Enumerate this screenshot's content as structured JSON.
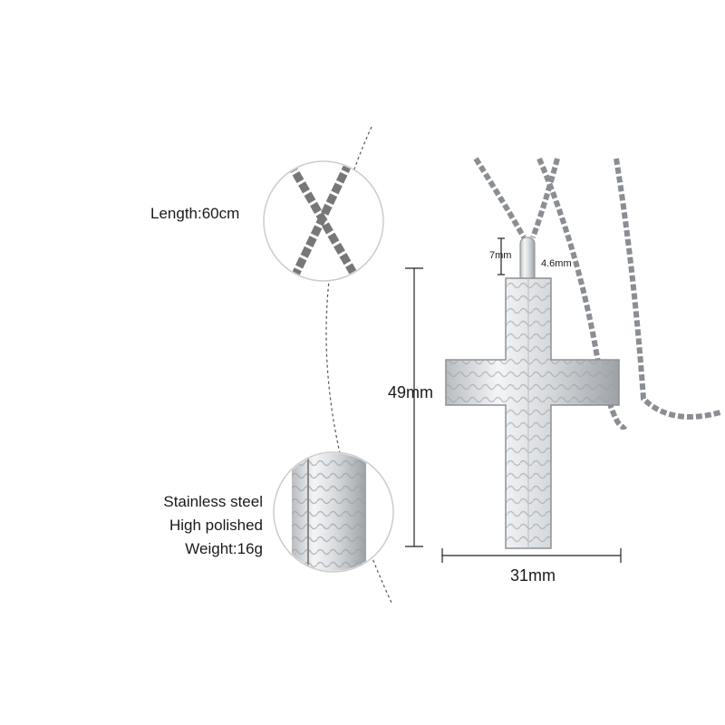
{
  "chain_label": "Length:60cm",
  "material": {
    "line1": "Stainless steel",
    "line2": "High polished",
    "line3": "Weight:16g"
  },
  "dimensions": {
    "height": "49mm",
    "width": "31mm",
    "bail_height": "7mm",
    "bail_width": "4.6mm"
  }
}
